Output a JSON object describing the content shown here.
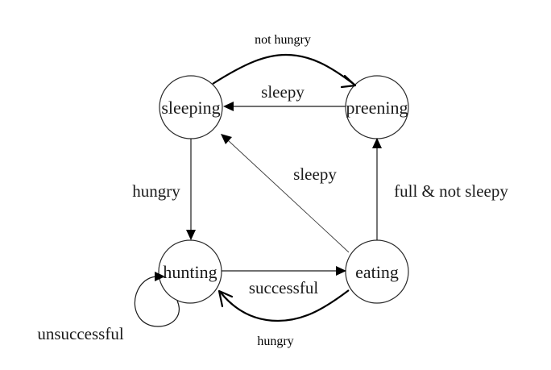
{
  "states": {
    "sleeping": "sleeping",
    "preening": "preening",
    "hunting": "hunting",
    "eating": "eating"
  },
  "transitions": {
    "sleeping_to_preening": "not hungry",
    "preening_to_sleeping": "sleepy",
    "sleeping_to_hunting": "hungry",
    "eating_to_sleeping": "sleepy",
    "eating_to_preening": "full & not sleepy",
    "hunting_to_eating": "successful",
    "eating_to_hunting": "hungry",
    "hunting_self_loop": "unsuccessful"
  }
}
